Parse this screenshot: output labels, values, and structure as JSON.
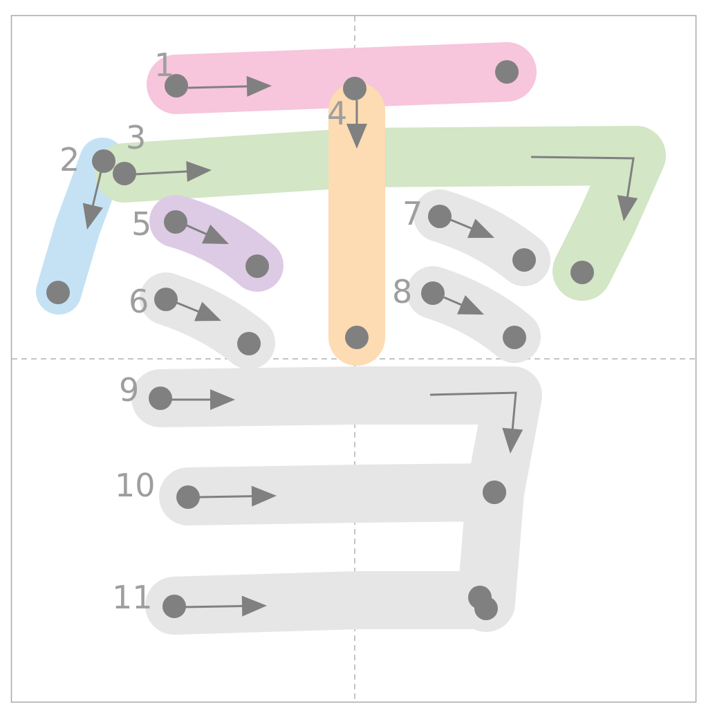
{
  "character": "雪",
  "colors": {
    "frame": "#a8a8a8",
    "guide": "#b0b0b0",
    "marker": "#808080",
    "number": "#9e9e9e"
  },
  "strokes": [
    {
      "label": "1",
      "color": "#f7c5dc"
    },
    {
      "label": "2",
      "color": "#c5e2f5"
    },
    {
      "label": "3",
      "color": "#d3e6c5"
    },
    {
      "label": "4",
      "color": "#fddbb3"
    },
    {
      "label": "5",
      "color": "#ddcbe5"
    },
    {
      "label": "6",
      "color": "#e6e6e6"
    },
    {
      "label": "7",
      "color": "#e6e6e6"
    },
    {
      "label": "8",
      "color": "#e6e6e6"
    },
    {
      "label": "9",
      "color": "#e6e6e6"
    },
    {
      "label": "10",
      "color": "#e6e6e6"
    },
    {
      "label": "11",
      "color": "#e6e6e6"
    }
  ]
}
